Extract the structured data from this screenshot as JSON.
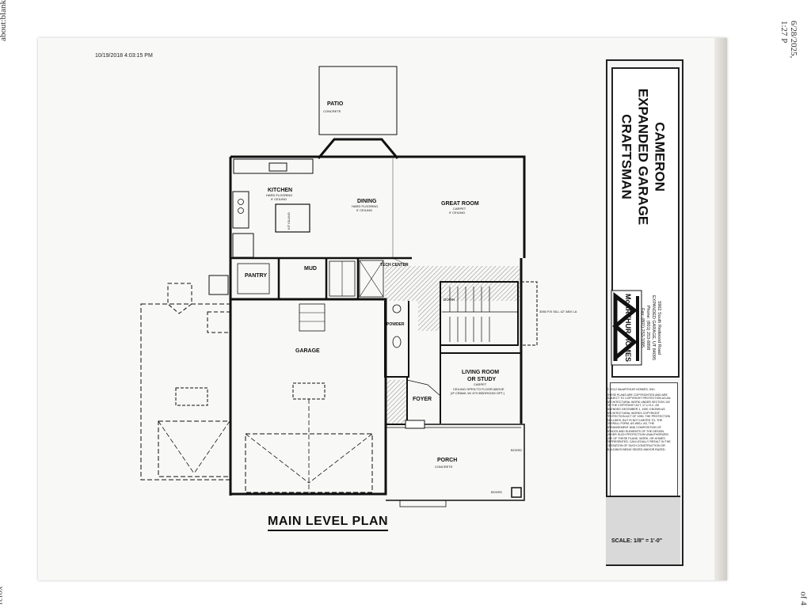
{
  "browser": {
    "left_label": "about:blank",
    "bottom_left_label": "refox",
    "right_label": "6/28/2025, 1:27 P",
    "bottom_right_label": "of 4"
  },
  "sheet": {
    "print_stamp": "10/19/2018 4:03:15 PM",
    "plan_title": "MAIN LEVEL PLAN"
  },
  "rooms": {
    "patio": "PATIO",
    "patio_sub": "CONCRETE",
    "kitchen": "KITCHEN",
    "kitchen_sub1": "HARD FLOORING",
    "kitchen_sub2": "9' CEILING",
    "dining": "DINING",
    "dining_sub1": "HARD FLOORING",
    "dining_sub2": "9' CEILING",
    "great_room": "GREAT ROOM",
    "great_room_sub1": "CARPET",
    "great_room_sub2": "9' CEILING",
    "pantry": "PANTRY",
    "mud": "MUD",
    "tech_center": "TECH CENTER",
    "powder": "POWDER",
    "garage": "GARAGE",
    "living_room": "LIVING ROOM",
    "living_room_2": "OR STUDY",
    "living_room_sub": "CARPET",
    "living_note1": "CEILING OPEN TO FLOOR ABOVE",
    "living_note2": "(IF CRAWL W/ 4TH BEDROOM OPT.)",
    "foyer": "FOYER",
    "porch": "PORCH",
    "porch_sub": "CONCRETE",
    "kit_island": "KIT ISLAND",
    "down": "DOWN",
    "boxed": "BOXED",
    "window_note": "3050 FIX SILL 42\" ABV LA"
  },
  "title_block": {
    "project_line1": "CAMERON",
    "project_line2": "EXPANDED GARAGE",
    "project_line3": "CRAFTSMAN",
    "builder_line1": "McARTHUR",
    "builder_line2": "HOMES",
    "builder_addr": "5962 South Redwood Road",
    "builder_city": "EXPANDED GARAGE, UT 84095",
    "builder_phone": "Phone: (801) 253-8898",
    "builder_fax": "Fax: (801) 253-1095",
    "copyright_title": "© 2012 McARTHUR HOMES, INC.",
    "copyright_body": "These plans are copyrighted and are subject to copyright protection as an architectural work under section 102 of the copyright act, 17 U.S.C. as amended December 1, 1990, known as Architectural Works Copyright Protection Act of 1990. The protection includes, but is not limited to, the overall form, as well as, the arrangement and composition of spaces and elements of the design. Under such protection unauthorized use of these plans, work, or homes represented, can legally result in the cessation of such construction or buildings being seized and/or razed.",
    "scale": "SCALE: 1/8\" = 1'-0\""
  },
  "colors": {
    "ink": "#111111",
    "paper": "#f8f8f7",
    "hatch": "#999999"
  }
}
